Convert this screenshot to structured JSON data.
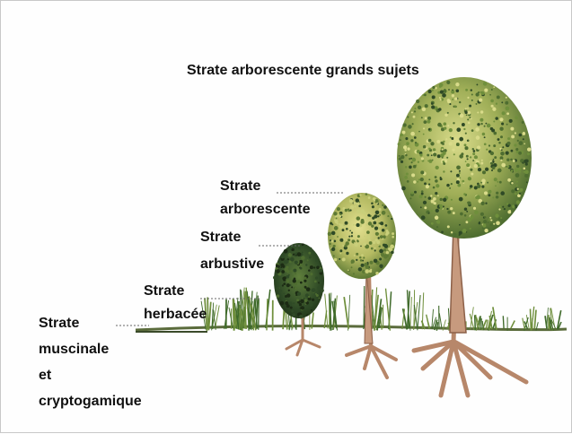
{
  "labels": {
    "grands_sujets": "Strate arborescente grands sujets",
    "arborescente": [
      "Strate",
      "arborescente"
    ],
    "arbustive": [
      "Strate",
      "arbustive"
    ],
    "herbacee": [
      "Strate",
      "herbacée"
    ],
    "muscinale": [
      "Strate",
      "muscinale",
      "et",
      "cryptogamique"
    ]
  },
  "colors": {
    "foliage_dark": "#2f4a26",
    "foliage_mid": "#6f8f3c",
    "foliage_light": "#c9cf7a",
    "trunk": "#b7876a",
    "grass": "#3f6a2a",
    "leader": "#666666"
  }
}
